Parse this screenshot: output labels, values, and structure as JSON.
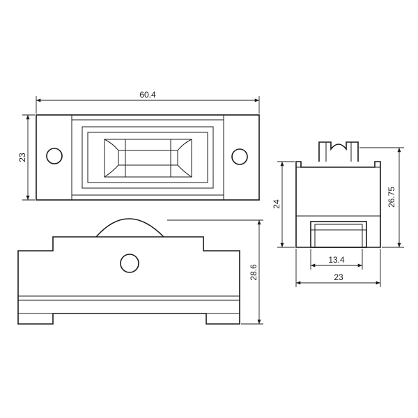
{
  "drawing": {
    "line_color": "#1a1a1a",
    "background": "#ffffff",
    "dimensions": {
      "top_width": "60.4",
      "top_height": "23",
      "side_width": "23",
      "side_inner_width": "13.4",
      "side_left_height": "24",
      "side_right_height": "26.75",
      "front_height": "28.6"
    }
  }
}
